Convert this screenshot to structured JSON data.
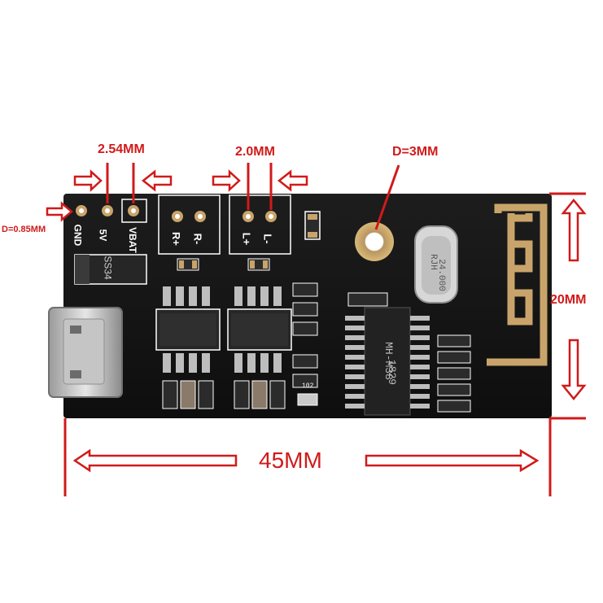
{
  "dimensions": {
    "pin_pitch": "2.54MM",
    "pad_pitch": "2.0MM",
    "hole": "D=3MM",
    "pin_hole": "D=0.85MM",
    "height": "20MM",
    "width": "45MM"
  },
  "silkscreen": {
    "gnd": "GND",
    "v5": "5V",
    "vbat": "VBAT",
    "r_plus": "R+",
    "r_minus": "R-",
    "l_plus": "L+",
    "l_minus": "L-",
    "diode": "SS34"
  },
  "chips": {
    "bt_chip": "MH-M38",
    "bt_code": "1829",
    "crystal_brand": "RJH",
    "crystal_freq": "24.000",
    "resistor": "102"
  },
  "colors": {
    "annotation": "#d11a1a",
    "board": "#141414",
    "gold": "#c9a46a"
  }
}
